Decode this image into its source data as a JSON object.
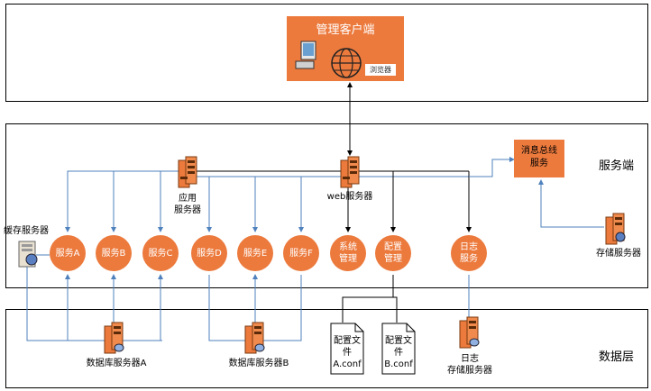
{
  "client": {
    "title": "管理客户端",
    "browser_label": "浏览器"
  },
  "tiers": {
    "server": "服务端",
    "data": "数据层"
  },
  "bus": {
    "label": "消息总线\n服务"
  },
  "app_server": {
    "label": "应用\n服务器"
  },
  "web_server": {
    "label": "web服务器"
  },
  "cache_server": {
    "label": "缓存服务器"
  },
  "storage_server": {
    "label": "存储服务器"
  },
  "services": [
    {
      "label": "服务A"
    },
    {
      "label": "服务B"
    },
    {
      "label": "服务C"
    },
    {
      "label": "服务D"
    },
    {
      "label": "服务E"
    },
    {
      "label": "服务F"
    },
    {
      "label": "系统\n管理"
    },
    {
      "label": "配置\n管理"
    },
    {
      "label": "日志\n服务"
    }
  ],
  "db_a": {
    "label": "数据库服务器A"
  },
  "db_b": {
    "label": "数据库服务器B"
  },
  "config_a": {
    "label": "配置文\n件\nA.conf"
  },
  "config_b": {
    "label": "配置文\n件\nB.conf"
  },
  "log_store": {
    "label": "日志\n存储服务器"
  },
  "colors": {
    "accent": "#ec7a3d",
    "line_blue": "#4f81bd",
    "line_dark": "#000000"
  }
}
